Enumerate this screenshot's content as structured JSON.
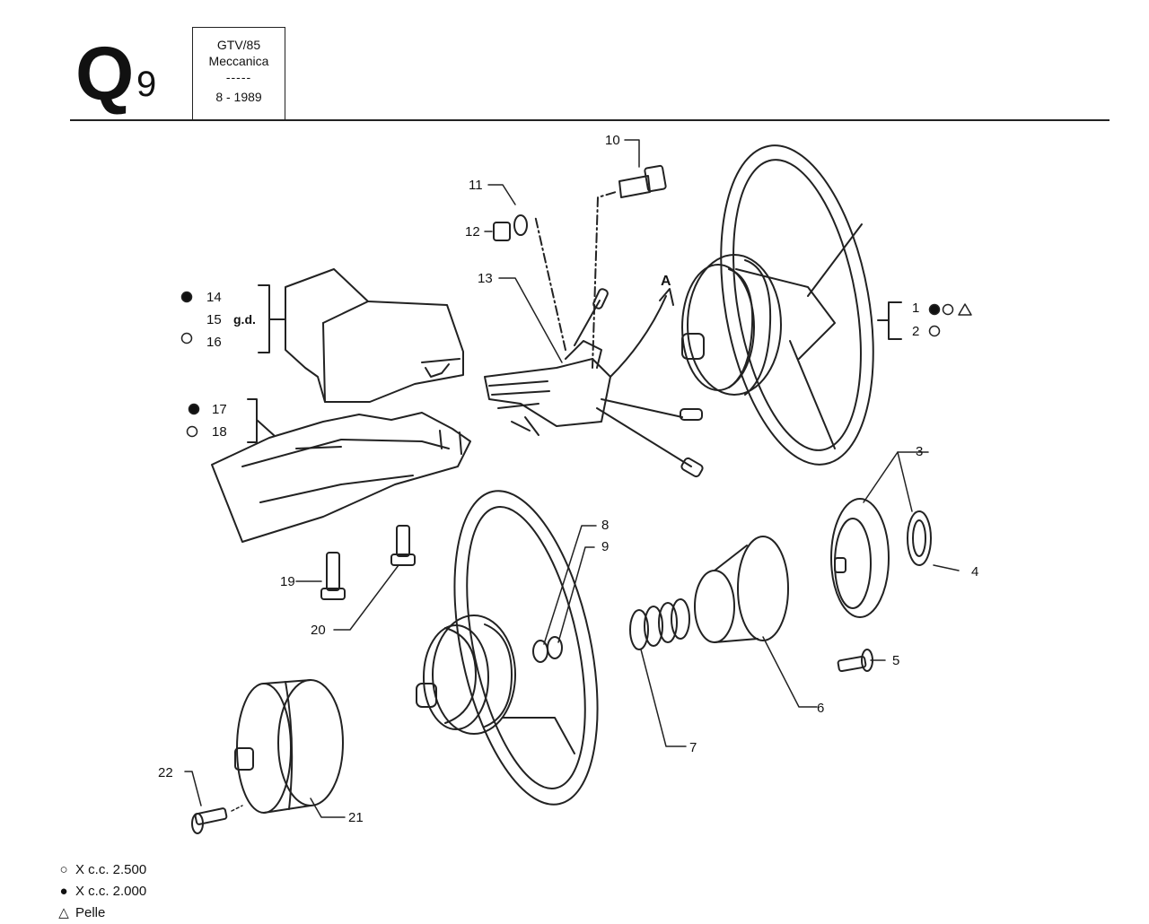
{
  "header": {
    "section_letter": "Q",
    "section_number": "9",
    "model": "GTV/85",
    "group": "Meccanica",
    "separator": "-----",
    "date": "8 - 1989"
  },
  "callouts": {
    "p1": "1",
    "p2": "2",
    "p3": "3",
    "p4": "4",
    "p5": "5",
    "p6": "6",
    "p7": "7",
    "p8": "8",
    "p9": "9",
    "p10": "10",
    "p11": "11",
    "p12": "12",
    "p13": "13",
    "p14": "14",
    "p15": "15",
    "p16": "16",
    "p17": "17",
    "p18": "18",
    "p19": "19",
    "p20": "20",
    "p21": "21",
    "p22": "22",
    "gd": "g.d.",
    "arrow_a": "A"
  },
  "legend": [
    {
      "symbol": "○",
      "text": "X c.c. 2.500"
    },
    {
      "symbol": "●",
      "text": "X c.c. 2.000"
    },
    {
      "symbol": "△",
      "text": "Pelle"
    }
  ]
}
